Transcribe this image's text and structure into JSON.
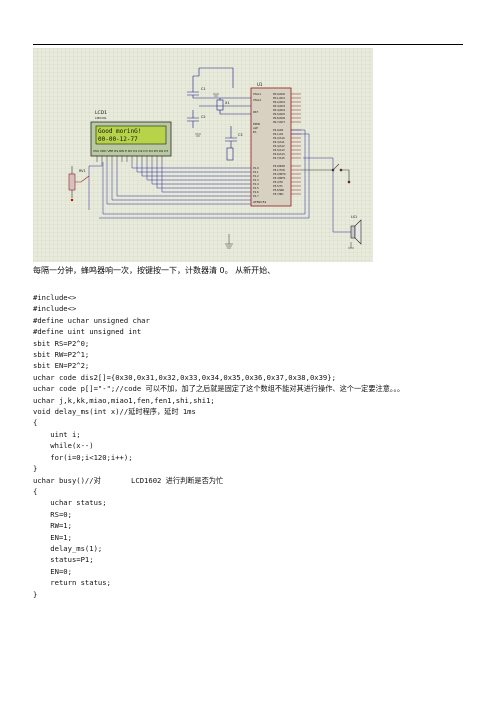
{
  "schematic": {
    "lcd_ref": "LCD1",
    "lcd_model": "LM016L",
    "lcd_line1": " Good morinG!",
    "lcd_line2": " 00-00-12-77",
    "lcd_pins": "VSS VDD VEE RS RW E D0 D1 D2 D3 D4 D5 D6 D7",
    "mcu_ref": "U1",
    "mcu_model": "AT89C51",
    "cap1": "C1",
    "cap2": "C2",
    "cap3": "C3",
    "crystal": "X1",
    "res1": "R1",
    "pot": "RV1",
    "speaker": "LS1",
    "mcu_left_pins": [
      "XTAL1",
      "XTAL2",
      "RST",
      "PSEN",
      "ALE",
      "EA",
      "P1.0",
      "P1.1",
      "P1.2",
      "P1.3",
      "P1.4",
      "P1.5",
      "P1.6",
      "P1.7"
    ],
    "mcu_right_pins": [
      "P0.0/AD0",
      "P0.1/AD1",
      "P0.2/AD2",
      "P0.3/AD3",
      "P0.4/AD4",
      "P0.5/AD5",
      "P0.6/AD6",
      "P0.7/AD7",
      "P2.0/A8",
      "P2.1/A9",
      "P2.2/A10",
      "P2.3/A11",
      "P2.4/A12",
      "P2.5/A13",
      "P2.6/A14",
      "P2.7/A15",
      "P3.0/RXD",
      "P3.1/TXD",
      "P3.2/INT0",
      "P3.3/INT1",
      "P3.4/T0",
      "P3.5/T1",
      "P3.6/WR",
      "P3.7/RD"
    ]
  },
  "intro": "每隔一分钟，蜂鸣器响一次，按键按一下，计数器清 0。 从新开始、",
  "code_lines": [
    {
      "text": "#include<>",
      "cls": "code"
    },
    {
      "text": "#include<>",
      "cls": "code"
    },
    {
      "text": "#define uchar unsigned char",
      "cls": "code"
    },
    {
      "text": "#define uint unsigned int",
      "cls": "code"
    },
    {
      "text": "sbit RS=P2^0;",
      "cls": "code"
    },
    {
      "text": "sbit RW=P2^1;",
      "cls": "code"
    },
    {
      "text": "sbit EN=P2^2;",
      "cls": "code"
    },
    {
      "text": "uchar code dis2[]={0x30,0x31,0x32,0x33,0x34,0x35,0x36,0x37,0x38,0x39};",
      "cls": "code"
    },
    {
      "text": "uchar code p[]=\"-\";//code 可以不加，加了之后就是固定了这个数组不能对其进行操作、这个一定要注意。。。",
      "cls": "code"
    },
    {
      "text": "uchar j,k,kk,miao,miao1,fen,fen1,shi,shi1;",
      "cls": "code"
    },
    {
      "text": "void delay_ms(int x)//延时程序，延时 1ms",
      "cls": "code"
    },
    {
      "text": "{",
      "cls": "code"
    },
    {
      "text": "    uint i;",
      "cls": "code"
    },
    {
      "text": "    while(x--)",
      "cls": "code"
    },
    {
      "text": "    for(i=0;i<120;i++);",
      "cls": "code"
    },
    {
      "text": "}",
      "cls": "code"
    },
    {
      "text": "uchar busy()//对       LCD1602 进行判断是否为忙",
      "cls": "code"
    },
    {
      "text": "{",
      "cls": "code"
    },
    {
      "text": "    uchar status;",
      "cls": "code"
    },
    {
      "text": "    RS=0;",
      "cls": "code"
    },
    {
      "text": "    RW=1;",
      "cls": "code"
    },
    {
      "text": "    EN=1;",
      "cls": "code"
    },
    {
      "text": "    delay_ms(1);",
      "cls": "code"
    },
    {
      "text": "    status=P1;",
      "cls": "code"
    },
    {
      "text": "    EN=0;",
      "cls": "code"
    },
    {
      "text": "    return status;",
      "cls": "code"
    },
    {
      "text": "}",
      "cls": "code"
    }
  ]
}
